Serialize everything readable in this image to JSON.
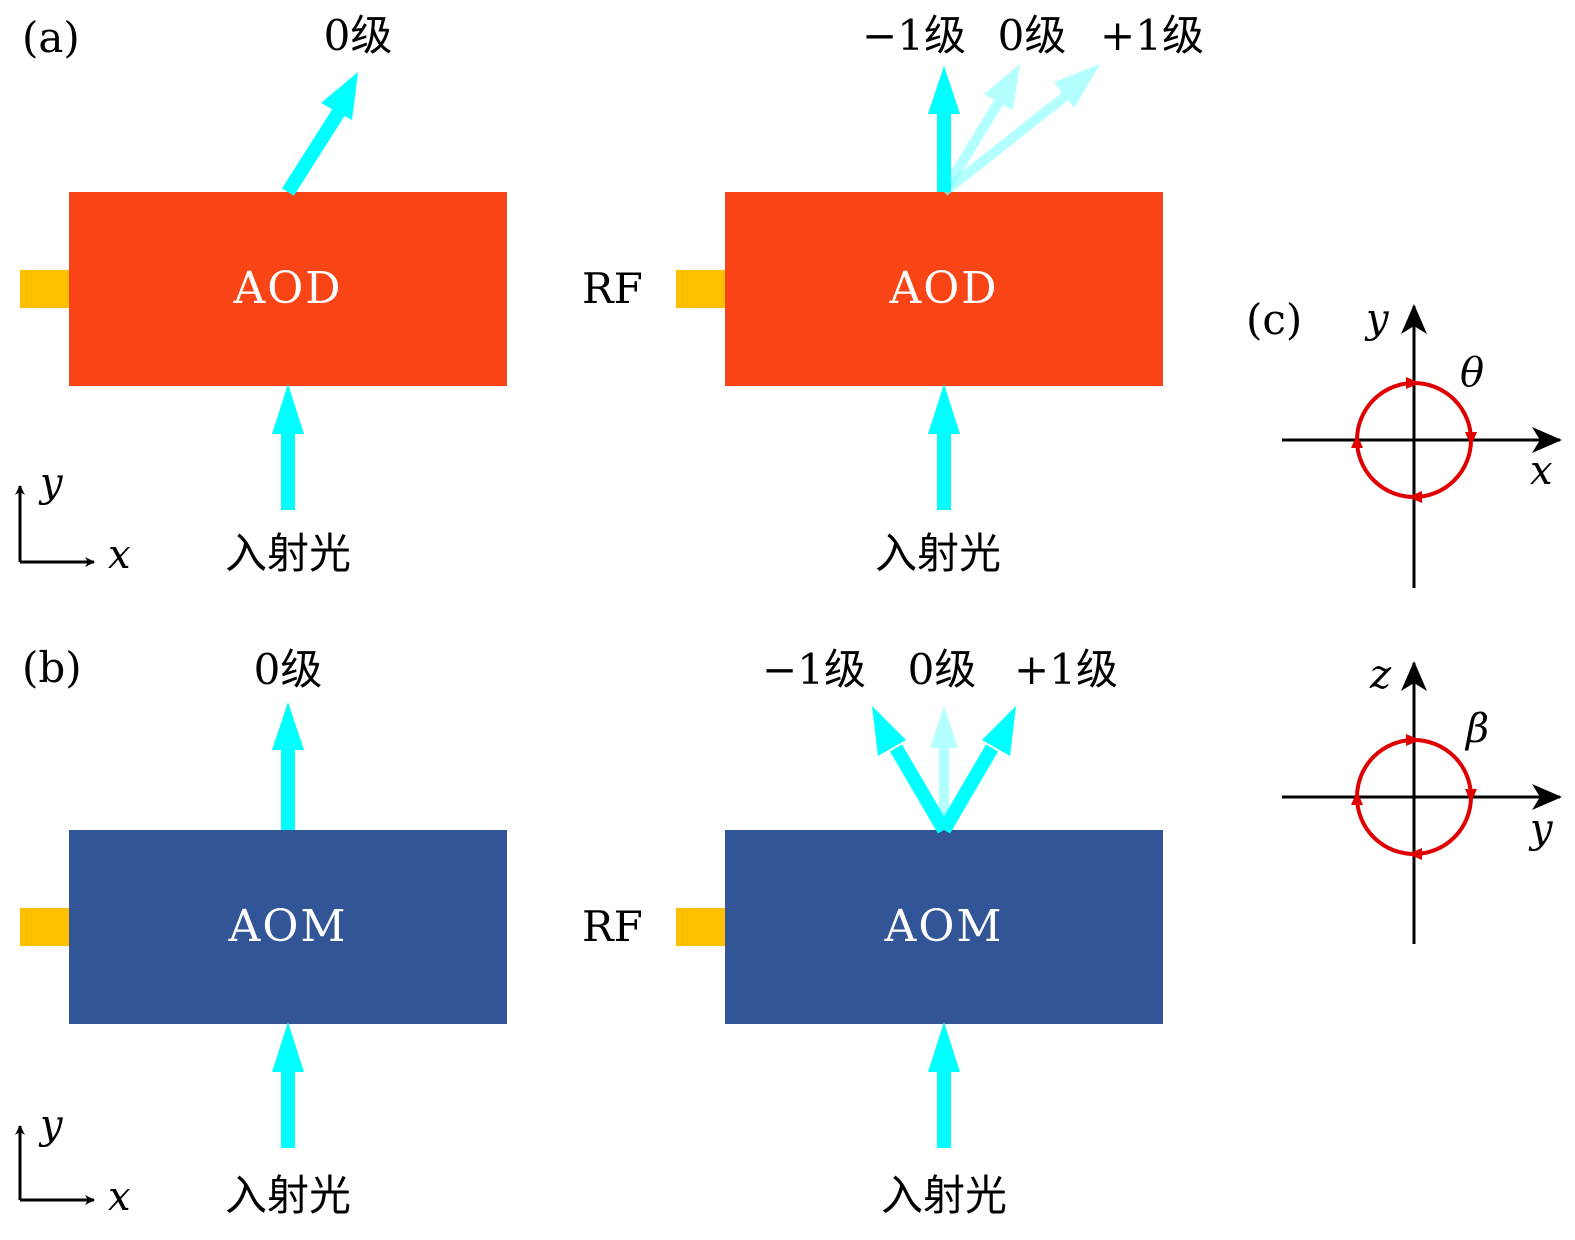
{
  "panels": {
    "a": {
      "label": "(a)",
      "left": {
        "device": "AOD",
        "output_label": "0级",
        "input_label": "入射光",
        "axis_y": "y",
        "axis_x": "x"
      },
      "right": {
        "device": "AOD",
        "rf_label": "RF",
        "minus1_label": "−1级",
        "zero_label": "0级",
        "plus1_label": "+1级",
        "input_label": "入射光"
      }
    },
    "b": {
      "label": "(b)",
      "left": {
        "device": "AOM",
        "output_label": "0级",
        "input_label": "入射光",
        "axis_y": "y",
        "axis_x": "x"
      },
      "right": {
        "device": "AOM",
        "rf_label": "RF",
        "minus1_label": "−1级",
        "zero_label": "0级",
        "plus1_label": "+1级",
        "input_label": "入射光"
      }
    },
    "c": {
      "label": "(c)",
      "top": {
        "vertical_axis": "y",
        "horizontal_axis": "x",
        "angle": "θ"
      },
      "bottom": {
        "vertical_axis": "z",
        "horizontal_axis": "y",
        "angle": "β"
      }
    }
  },
  "colors": {
    "aod": "#f94416",
    "aom": "#315597",
    "rf_port": "#ffc000",
    "beam": "#00ffff",
    "beam_faint": "#aaffff",
    "rotation": "#e00000",
    "axis": "#000000"
  }
}
